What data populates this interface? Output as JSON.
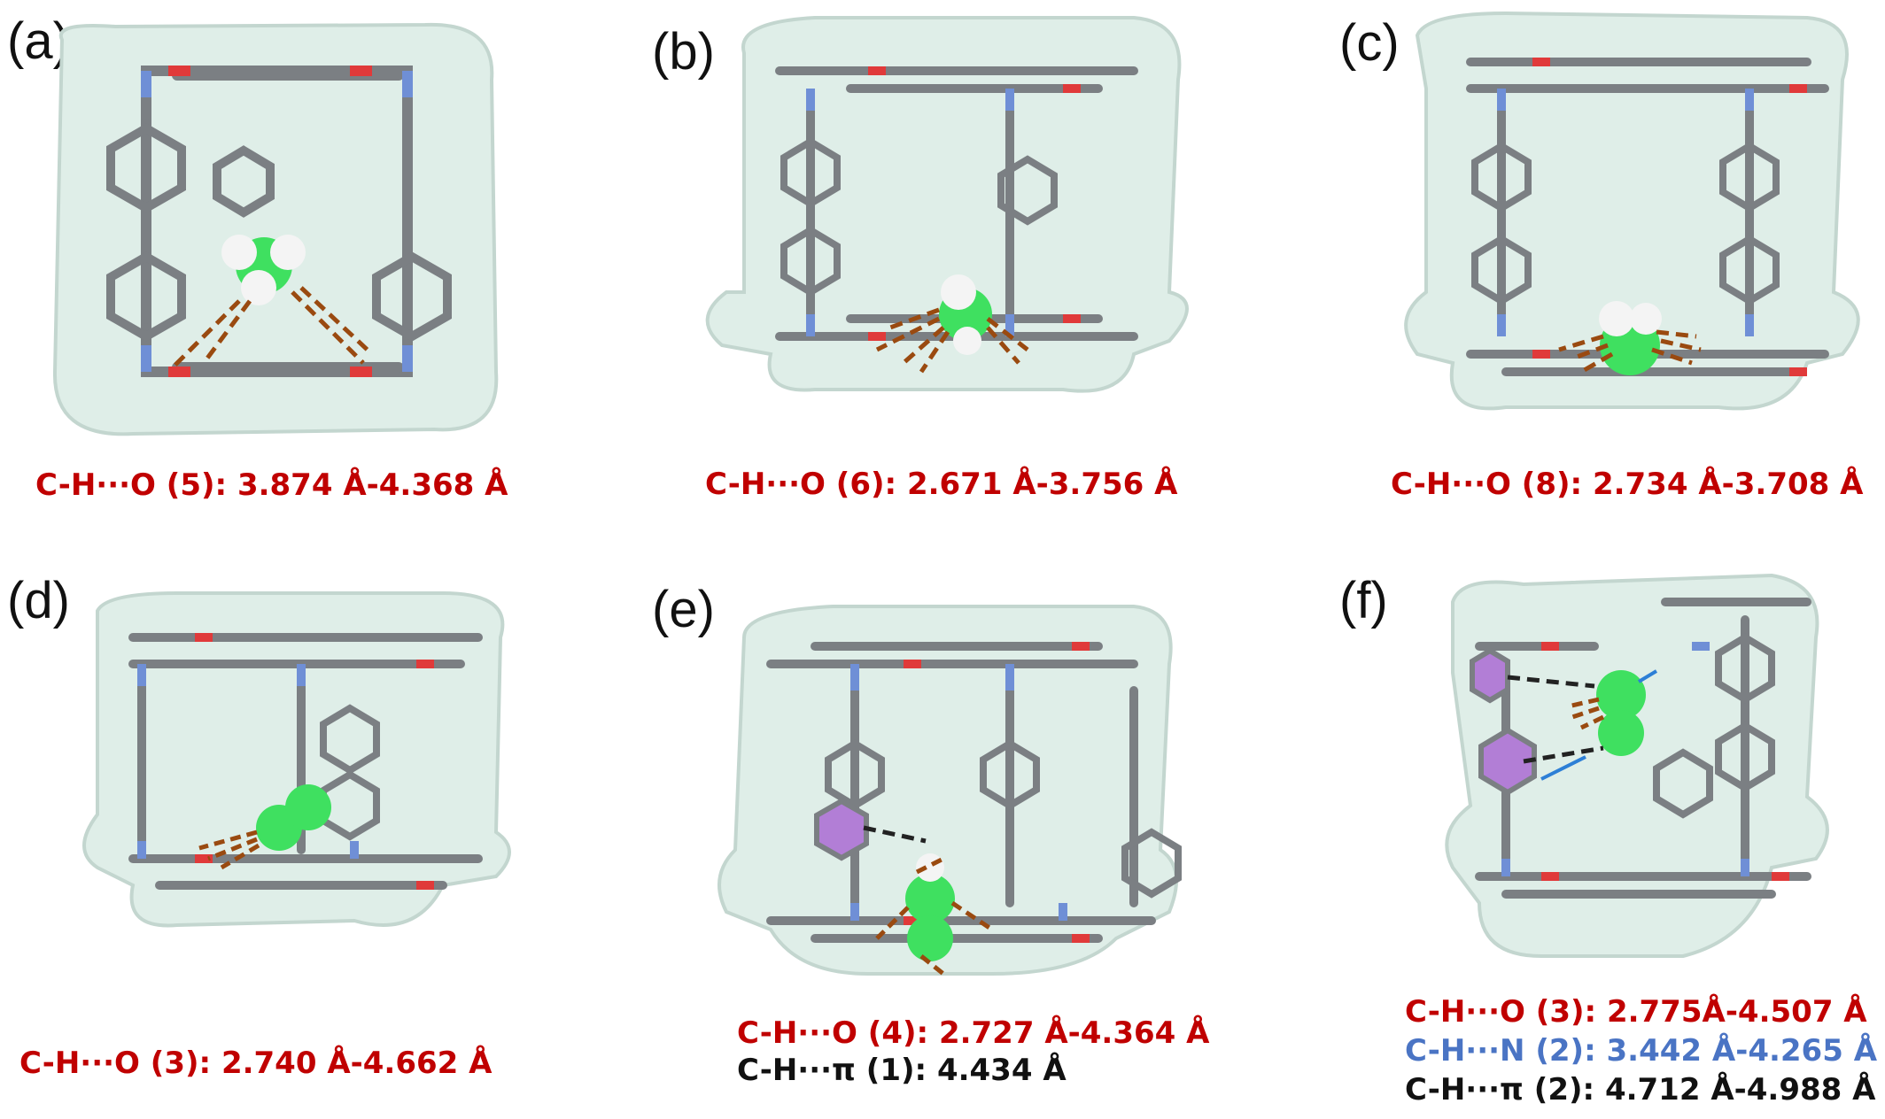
{
  "panels": [
    {
      "label": "(a)",
      "captions": [
        {
          "text": "C-H···O (5): 3.874 Å-4.368 Å",
          "color": "red"
        }
      ]
    },
    {
      "label": "(b)",
      "captions": [
        {
          "text": "C-H···O (6): 2.671 Å-3.756 Å",
          "color": "red"
        }
      ]
    },
    {
      "label": "(c)",
      "captions": [
        {
          "text": "C-H···O (8): 2.734 Å-3.708 Å",
          "color": "red"
        }
      ]
    },
    {
      "label": "(d)",
      "captions": [
        {
          "text": "C-H···O (3): 2.740 Å-4.662 Å",
          "color": "red"
        }
      ]
    },
    {
      "label": "(e)",
      "captions": [
        {
          "text": "C-H···O (4): 2.727 Å-4.364 Å",
          "color": "red"
        },
        {
          "text": "C-H···π (1): 4.434 Å",
          "color": "black"
        }
      ]
    },
    {
      "label": "(f)",
      "captions": [
        {
          "text": "C-H···O (3): 2.775Å-4.507 Å",
          "color": "red"
        },
        {
          "text": "C-H···N (2): 3.442 Å-4.265 Å",
          "color": "blue"
        },
        {
          "text": "C-H···π (2): 4.712 Å-4.988 Å",
          "color": "black"
        }
      ]
    }
  ],
  "colors": {
    "surface": "#dfeee8",
    "surface_edge": "#c3d6cf",
    "carbon": "#7b7f83",
    "oxygen": "#e03a3a",
    "nitrogen": "#6f8fd6",
    "hydrogen": "#f4f4f4",
    "guest": "#3fe060",
    "interaction_o": "#9a4a10",
    "interaction_pi": "#222222",
    "interaction_n": "#2d7fd6",
    "ring_highlight": "#b27ed6"
  }
}
